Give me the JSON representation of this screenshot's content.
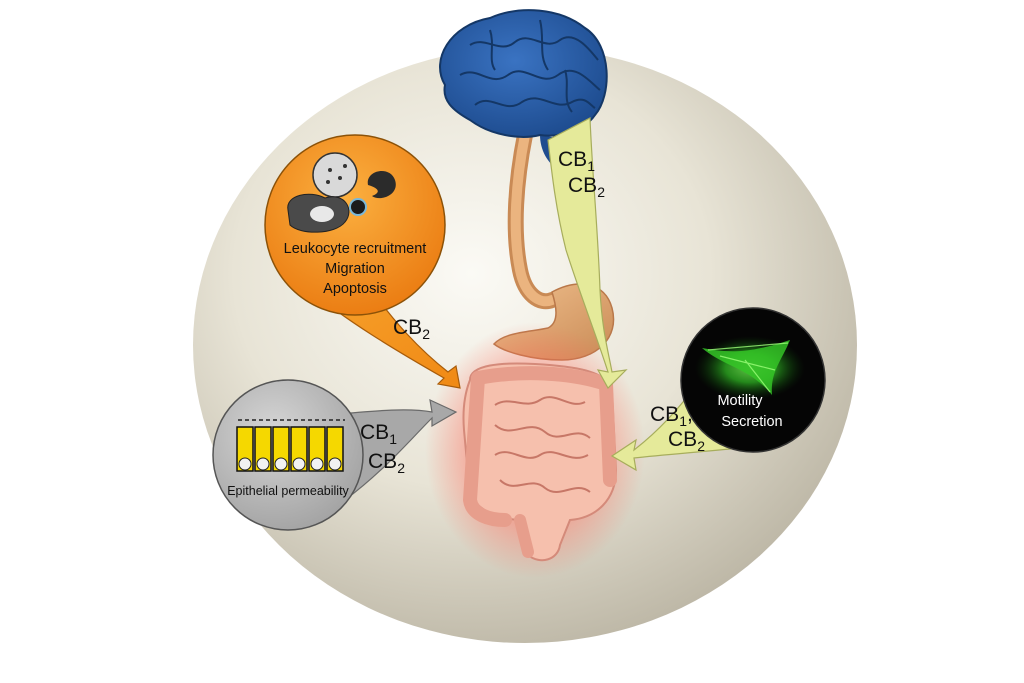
{
  "colors": {
    "background_sphere": "#e6e1d2",
    "brain": "#2a5aa0",
    "brain_dark": "#1a3b72",
    "esophagus_stomach": "#e0a974",
    "intestine": "#f3b4a0",
    "intestine_glow": "#ff7b6b",
    "leukocyte_bubble": "#f28c1a",
    "epithelial_bubble": "#b4b4b4",
    "neural_arrow": "#e5ea9a",
    "motility_bubble": "#050505",
    "motility_glow": "#39d42b",
    "cell_column": "#f5d800"
  },
  "leukocyte": {
    "lines": [
      "Leukocyte recruitment",
      "Migration",
      "Apoptosis"
    ],
    "receptor": {
      "base": "CB",
      "sub": "2"
    }
  },
  "brain_gut": {
    "receptors": [
      {
        "base": "CB",
        "sub": "1"
      },
      {
        "base": "CB",
        "sub": "2"
      }
    ]
  },
  "epithelial": {
    "label": "Epithelial permeability",
    "receptors": [
      {
        "base": "CB",
        "sub": "1"
      },
      {
        "base": "CB",
        "sub": "2"
      }
    ]
  },
  "motility": {
    "lines": [
      "Motility",
      "Secretion"
    ],
    "receptors": [
      {
        "base": "CB",
        "sub": "1",
        "trail": ","
      },
      {
        "base": "CB",
        "sub": "2"
      }
    ]
  }
}
